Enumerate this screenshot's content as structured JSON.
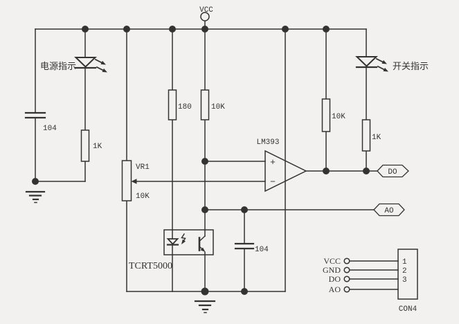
{
  "colors": {
    "background": "#f2f1ef",
    "line": "#333333",
    "text": "#333333"
  },
  "schematic": {
    "vcc_label": "VCC",
    "power_indicator_label": "电源指示",
    "switch_indicator_label": "开关指示",
    "input_cap_value": "104",
    "power_led_res_value": "1K",
    "ir_led_res_value": "180",
    "divider_res_value": "10K",
    "pot_ref": "VR1",
    "pot_value": "10K",
    "comparator_ref": "LM393",
    "comparator_plus": "+",
    "comparator_minus": "−",
    "sensor_ref": "TCRT5000",
    "filter_cap_value": "104",
    "pullup_res_value": "10K",
    "switch_led_res_value": "1K",
    "do_tag": "DO",
    "ao_tag": "AO"
  },
  "connector": {
    "ref": "CON4",
    "pins": [
      {
        "label": "VCC",
        "number": "1"
      },
      {
        "label": "GND",
        "number": "2"
      },
      {
        "label": "DO",
        "number": "3"
      },
      {
        "label": "AO",
        "number": ""
      }
    ]
  }
}
